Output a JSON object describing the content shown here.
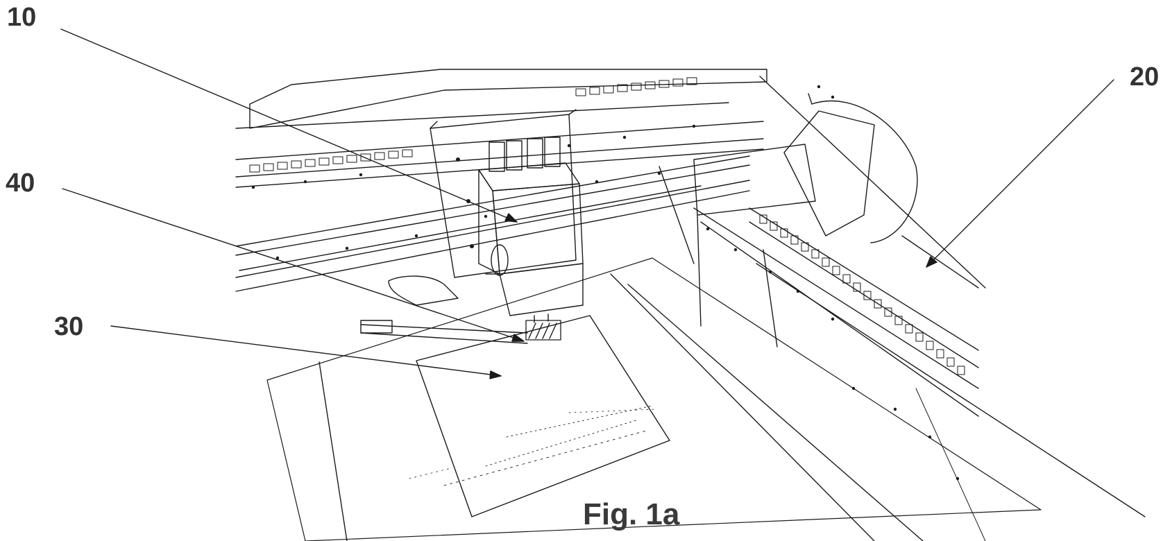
{
  "figure": {
    "caption": "Fig. 1a",
    "colors": {
      "line": "#1a1a1a",
      "label": "#333333",
      "background": "#ffffff"
    }
  },
  "reference_labels": [
    {
      "id": "label-10",
      "text": "10",
      "points_to": "tool-head"
    },
    {
      "id": "label-20",
      "text": "20",
      "points_to": "gantry-rail"
    },
    {
      "id": "label-40",
      "text": "40",
      "points_to": "tool-tip"
    },
    {
      "id": "label-30",
      "text": "30",
      "points_to": "workpiece-sheet"
    }
  ]
}
